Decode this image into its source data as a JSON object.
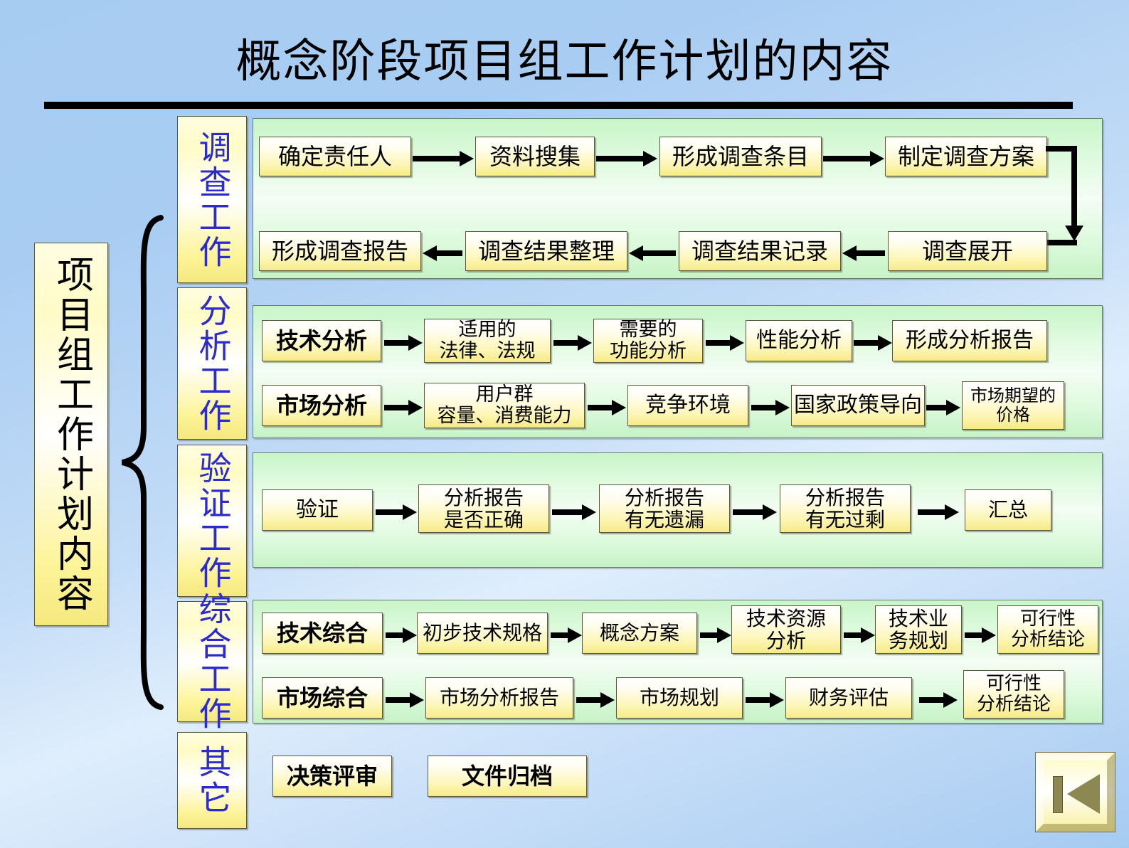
{
  "slide": {
    "title": "概念阶段项目组工作计划的内容",
    "root_label": "项目组工作计划内容",
    "colors": {
      "background_blue": "#a7ccf2",
      "panel_green": "#c8f5c8",
      "node_yellow": "#f6ea86",
      "category_text_blue": "#2c2ccc",
      "rule_black": "#000000",
      "nav_olive": "#8d8752"
    }
  },
  "categories": [
    {
      "label": "调查工作"
    },
    {
      "label": "分析工作"
    },
    {
      "label": "验证工作"
    },
    {
      "label": "综合工作"
    },
    {
      "label": "其它"
    }
  ],
  "sections": [
    {
      "name": "调查工作",
      "rows": [
        {
          "nodes": [
            "确定责任人",
            "资料搜集",
            "形成调查条目",
            "制定调查方案"
          ],
          "direction": "right"
        },
        {
          "nodes": [
            "形成调查报告",
            "调查结果整理",
            "调查结果记录",
            "调查展开"
          ],
          "direction": "left"
        }
      ]
    },
    {
      "name": "分析工作",
      "rows": [
        {
          "nodes": [
            "技术分析",
            "适用的\n法律、法规",
            "需要的\n功能分析",
            "性能分析",
            "形成分析报告"
          ],
          "direction": "right"
        },
        {
          "nodes": [
            "市场分析",
            "用户群\n容量、消费能力",
            "竞争环境",
            "国家政策导向",
            "市场期望的\n价格"
          ],
          "direction": "right"
        }
      ]
    },
    {
      "name": "验证工作",
      "rows": [
        {
          "nodes": [
            "验证",
            "分析报告\n是否正确",
            "分析报告\n有无遗漏",
            "分析报告\n有无过剩",
            "汇总"
          ],
          "direction": "right"
        }
      ]
    },
    {
      "name": "综合工作",
      "rows": [
        {
          "nodes": [
            "技术综合",
            "初步技术规格",
            "概念方案",
            "技术资源\n分析",
            "技术业\n务规划",
            "可行性\n分析结论"
          ],
          "direction": "right"
        },
        {
          "nodes": [
            "市场综合",
            "市场分析报告",
            "市场规划",
            "财务评估",
            "可行性\n分析结论"
          ],
          "direction": "right"
        }
      ]
    }
  ],
  "other_row": {
    "nodes": [
      "决策评审",
      "文件归档"
    ]
  },
  "nav": {
    "label": "first-slide",
    "icon": "skip-to-start-icon"
  }
}
